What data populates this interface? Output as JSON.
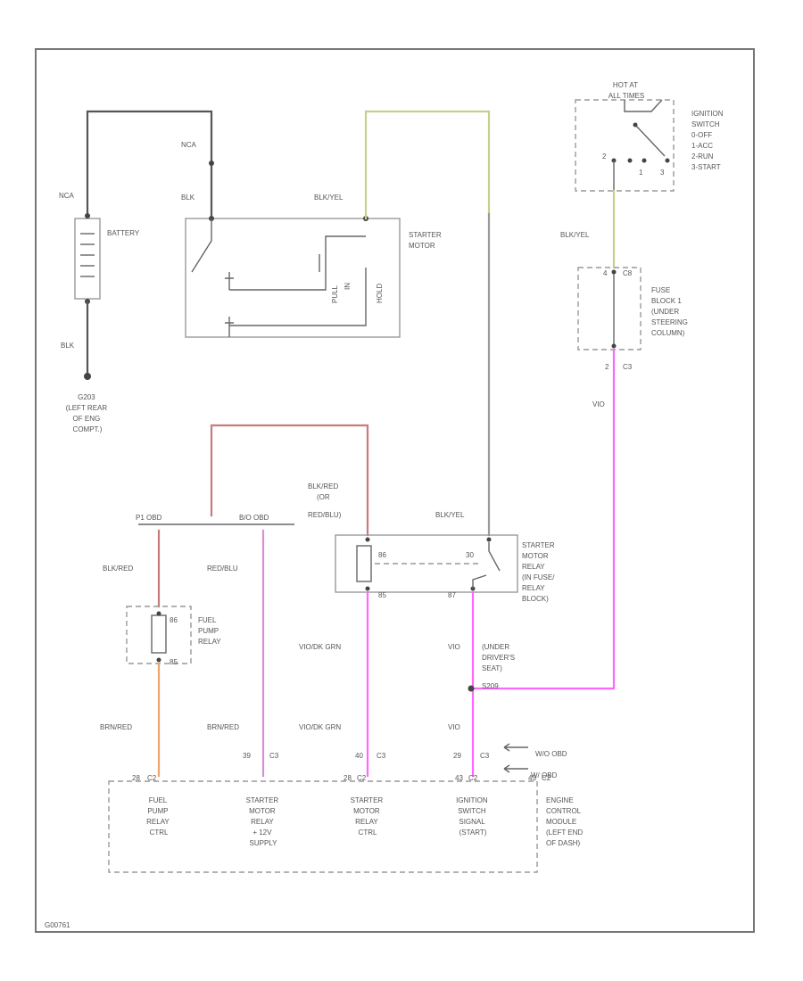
{
  "colors": {
    "black_wire": "#555555",
    "yellow_wire": "#c8cf8a",
    "red_wire": "#c97a7a",
    "pink_wire": "#ff66ff",
    "violet_wire": "#d98ed9",
    "orange_wire": "#f0a46a",
    "grey_wire": "#9a9a9a",
    "border": "#777777"
  },
  "battery": {
    "label": "BATTERY",
    "wire_top": "NCA",
    "wire_bottom": "BLK",
    "ground_lines": [
      "G203",
      "(LEFT REAR",
      "OF ENG",
      "COMPT.)"
    ]
  },
  "starter_motor": {
    "label_lines": [
      "STARTER",
      "MOTOR"
    ],
    "wire_top_a": "NCA",
    "wire_top_b": "BLK",
    "wire_right": "BLK/YEL",
    "pull": "PULL",
    "in": "IN",
    "hold": "HOLD"
  },
  "ignition_switch": {
    "hot_lines": [
      "HOT AT",
      "ALL TIMES"
    ],
    "label_lines": [
      "IGNITION",
      "SWITCH",
      "0-OFF",
      "1-ACC",
      "2-RUN",
      "3-START"
    ],
    "pos_2": "2",
    "pos_1": "1",
    "pos_3": "3",
    "wire": "BLK/YEL"
  },
  "fuse_block": {
    "label_lines": [
      "FUSE",
      "BLOCK 1",
      "(UNDER",
      "STEERING",
      "COLUMN)"
    ],
    "pin_top": "4",
    "conn_top": "C8",
    "pin_bottom": "2",
    "conn_bottom": "C3",
    "wire_out": "VIO"
  },
  "starter_relay": {
    "label_lines": [
      "STARTER",
      "MOTOR",
      "RELAY",
      "(IN FUSE/",
      "RELAY",
      "BLOCK)"
    ],
    "pin_86": "86",
    "pin_85": "85",
    "pin_30": "30",
    "pin_87": "87",
    "wire_top_left_lines": [
      "BLK/RED",
      "(OR",
      "RED/BLU)"
    ],
    "wire_top_right": "BLK/YEL",
    "wire_bottom_left": "VIO/DK GRN",
    "wire_bottom_right": "VIO"
  },
  "splice": {
    "label_lines": [
      "(UNDER",
      "DRIVER'S",
      "SEAT)",
      "S209"
    ]
  },
  "connectors": {
    "p1": "P1 OBD",
    "p2": "B/O OBD",
    "c3": "C3",
    "obd_lines": [
      "W/O OBD",
      "W/ OBD"
    ]
  },
  "fuel_pump_relay": {
    "label_lines": [
      "FUEL",
      "PUMP",
      "RELAY"
    ],
    "pin_top": "86",
    "pin_bottom": "85",
    "wire_top": "BLK/RED",
    "wire_bottom": "BRN/RED"
  },
  "wires": {
    "red_blu": "RED/BLU",
    "brn_red_2": "BRN/RED",
    "vio_dkgrn_2": "VIO/DK GRN",
    "vio_2": "VIO"
  },
  "pcm": {
    "label_lines": [
      "ENGINE",
      "CONTROL",
      "MODULE",
      "(LEFT END",
      "OF DASH)"
    ],
    "pin_fuel": "28",
    "conn_fuel": "C2",
    "pin_relay_supply": "39",
    "conn_relay_supply": "C3",
    "pin_relay_ctrl": "40",
    "conn_relay_ctrl": "C3",
    "pin_ign": "29",
    "conn_ign": "C3",
    "pin_right": "43",
    "conn_right": "C2",
    "func_fuel": [
      "FUEL",
      "PUMP",
      "RELAY",
      "CTRL"
    ],
    "func_supply": [
      "STARTER",
      "MOTOR",
      "RELAY",
      "+ 12V",
      "SUPPLY"
    ],
    "func_ctrl": [
      "STARTER",
      "MOTOR",
      "RELAY",
      "CTRL"
    ],
    "func_ign": [
      "IGNITION",
      "SWITCH",
      "SIGNAL",
      "(START)"
    ]
  },
  "figure_id": "G00761"
}
